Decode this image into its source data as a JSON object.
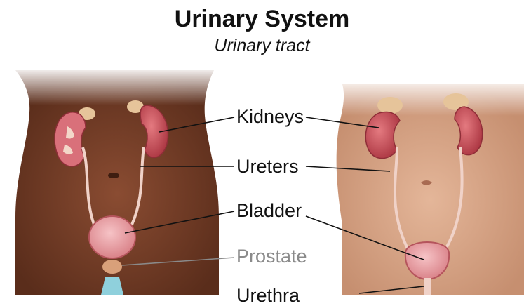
{
  "title": "Urinary System",
  "subtitle": "Urinary tract",
  "labels": {
    "kidneys": "Kidneys",
    "ureters": "Ureters",
    "bladder": "Bladder",
    "prostate": "Prostate",
    "urethra": "Urethra"
  },
  "colors": {
    "male_skin": "#6e3a25",
    "female_skin": "#d9a98a",
    "kidney": "#c94a55",
    "adrenal": "#e6c49a",
    "ureter": "#f0d2c8",
    "bladder": "#e89aa0",
    "prostate_label": "#8a8a8a",
    "text": "#111111"
  }
}
